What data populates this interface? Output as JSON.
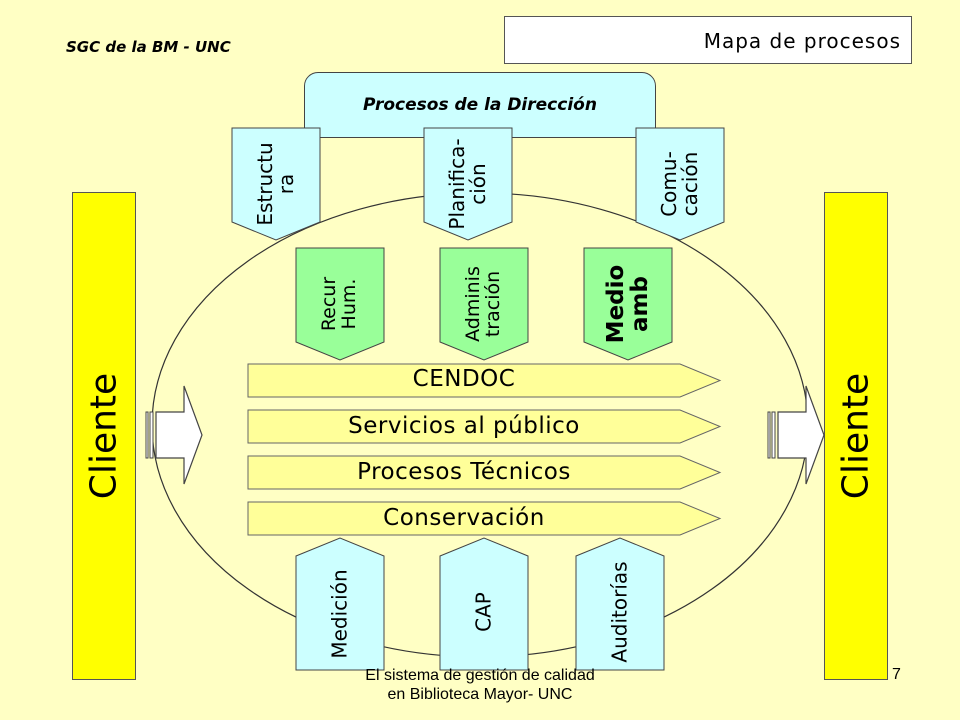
{
  "header": {
    "organization": "SGC de la BM  - UNC",
    "title": "Mapa de procesos"
  },
  "direction": {
    "label": "Procesos  de la Dirección",
    "tabs": [
      {
        "id": "estructura",
        "text": "Estructu\nra"
      },
      {
        "id": "planificacion",
        "text": "Planifica-\nción"
      },
      {
        "id": "comunicacion",
        "text": "Comu-\ncación"
      }
    ]
  },
  "support": {
    "items": [
      {
        "id": "recursos-humanos",
        "text": "Recur\nHum."
      },
      {
        "id": "administracion",
        "text": "Adminis\ntración"
      },
      {
        "id": "medio-ambiente",
        "text": "Medio\namb"
      }
    ]
  },
  "core_processes": [
    "CENDOC",
    "Servicios al público",
    "Procesos Técnicos",
    "Conservación"
  ],
  "measurement": {
    "items": [
      {
        "id": "medicion",
        "text": "Medición"
      },
      {
        "id": "cap",
        "text": "CAP"
      },
      {
        "id": "auditorias",
        "text": "Auditorías"
      }
    ]
  },
  "clients": {
    "left": "Cliente",
    "right": "Cliente"
  },
  "footer": {
    "line1": "El sistema de gestión de calidad",
    "line2": "en Biblioteca Mayor- UNC",
    "page": "7"
  },
  "colors": {
    "background": "#FFFFC4",
    "client_bar": "#FFFF00",
    "direction_fill": "#CCFFFF",
    "support_fill": "#99FF99",
    "process_fill": "#FFFF99"
  }
}
